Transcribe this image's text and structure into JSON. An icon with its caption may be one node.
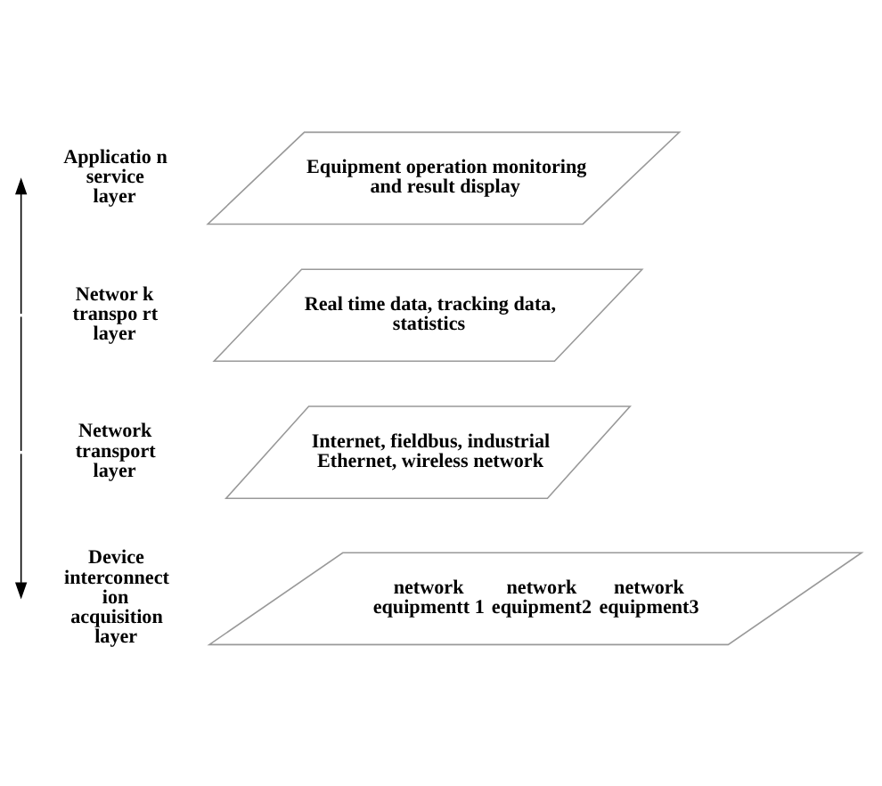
{
  "diagram": {
    "nodes": [
      {
        "text": [
          "Equipment operation monitoring and result display"
        ]
      },
      {
        "text": [
          "Real time data, tracking data, statistics"
        ]
      },
      {
        "text": [
          "Internet, fieldbus, industrial Ethernet, wireless network"
        ]
      },
      {
        "text": [
          "network equipmentt 1",
          "network equipment2",
          "network equipment3"
        ]
      }
    ],
    "edges": [],
    "labels": [
      "Applicatio n service layer",
      "Networ k transpo rt layer",
      "Network transport layer",
      "Device interconnect ion acquisition layer"
    ]
  }
}
